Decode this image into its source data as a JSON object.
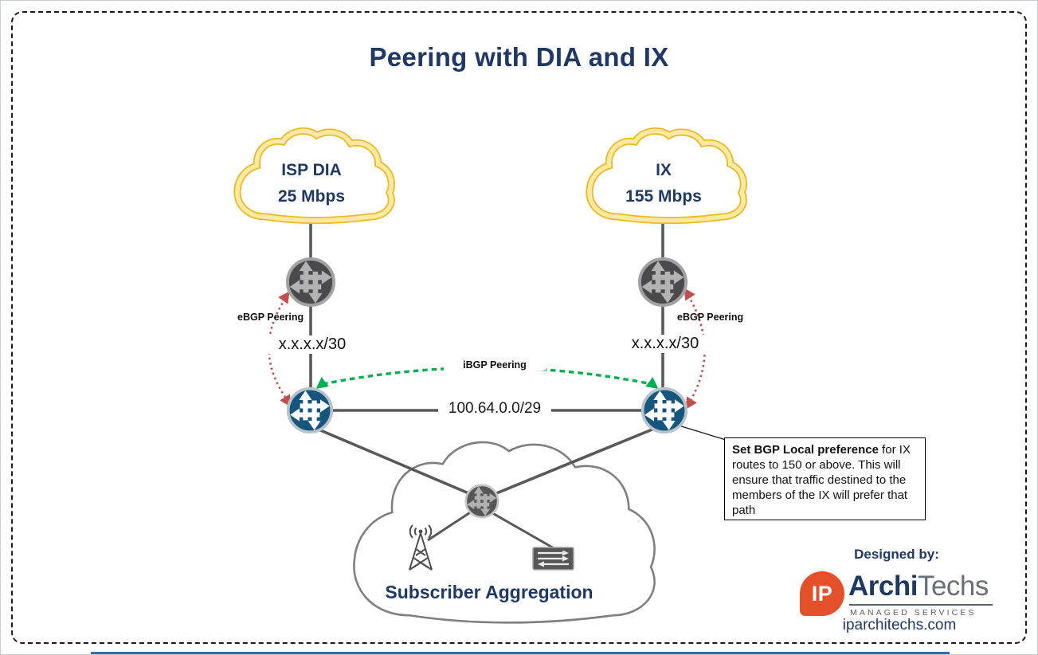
{
  "title": "Peering with DIA and IX",
  "clouds": {
    "isp_dia": {
      "name": "ISP DIA",
      "bandwidth": "25 Mbps"
    },
    "ix": {
      "name": "IX",
      "bandwidth": "155 Mbps"
    },
    "subscriber": {
      "label": "Subscriber Aggregation"
    }
  },
  "labels": {
    "ebgp_left": "eBGP Peering",
    "ebgp_right": "eBGP Peering",
    "ibgp": "iBGP Peering",
    "subnet_left": "x.x.x.x/30",
    "subnet_right": "x.x.x.x/30",
    "core_subnet": "100.64.0.0/29"
  },
  "callout": {
    "lead_bold": "Set BGP Local preference",
    "body": " for IX routes to 150 or above. This will ensure that traffic destined to the members of the IX will prefer that path"
  },
  "footer": {
    "designed_by": "Designed by:",
    "logo_badge": "IP",
    "logo_name_bold": "Archi",
    "logo_name_light": "Techs",
    "logo_tagline": "MANAGED SERVICES",
    "website": "iparchitechs.com"
  },
  "icons": {
    "router": "juniper-router-icon",
    "tower": "radio-tower-icon",
    "switch": "ethernet-switch-icon",
    "cloud": "network-cloud-icon"
  },
  "colors": {
    "heading_navy": "#1F3864",
    "cloud_gold": "#EEB822",
    "cloud_band_yellow": "#FFE9A3",
    "router_blue": "#16567E",
    "router_gray": "#4A4A4C",
    "line_gray": "#595959",
    "ebgp_red": "#C0504D",
    "ibgp_green": "#00B050",
    "logo_orange": "#E4502A"
  }
}
